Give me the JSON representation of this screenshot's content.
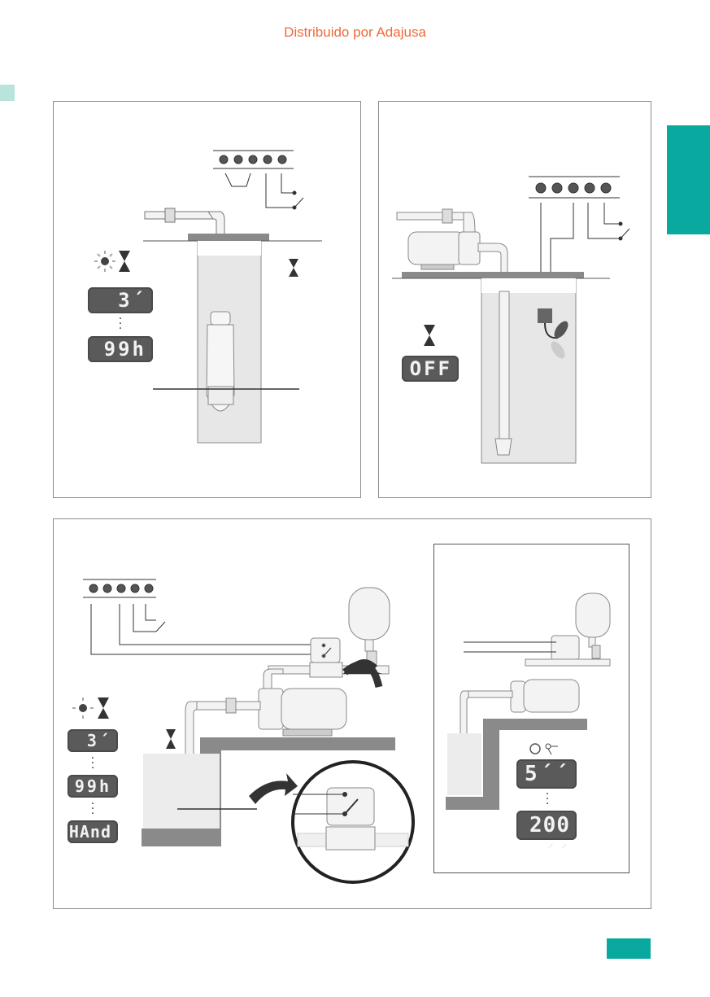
{
  "header": {
    "distributor": "Distribuido por Adajusa"
  },
  "colors": {
    "accent": "#0aa9a0",
    "accent_light": "#b9e3dd",
    "header_text": "#ee6a3a",
    "lcd": "#5a5a5a"
  },
  "panel_submersible": {
    "display_min": "3´",
    "display_max": "99h",
    "icons": [
      "blinking-led-icon",
      "hourglass-icon"
    ]
  },
  "panel_surface": {
    "display": "OFF",
    "icons": [
      "hourglass-icon"
    ]
  },
  "panel_pressure": {
    "display_1": "3´",
    "display_2": "99h",
    "display_3": "HAnd",
    "icons": [
      "blinking-led-icon",
      "hourglass-icon"
    ]
  },
  "inset": {
    "display_min": "5´´",
    "display_max": "200´´",
    "icons": [
      "led-off-icon",
      "pressure-switch-icon"
    ]
  }
}
